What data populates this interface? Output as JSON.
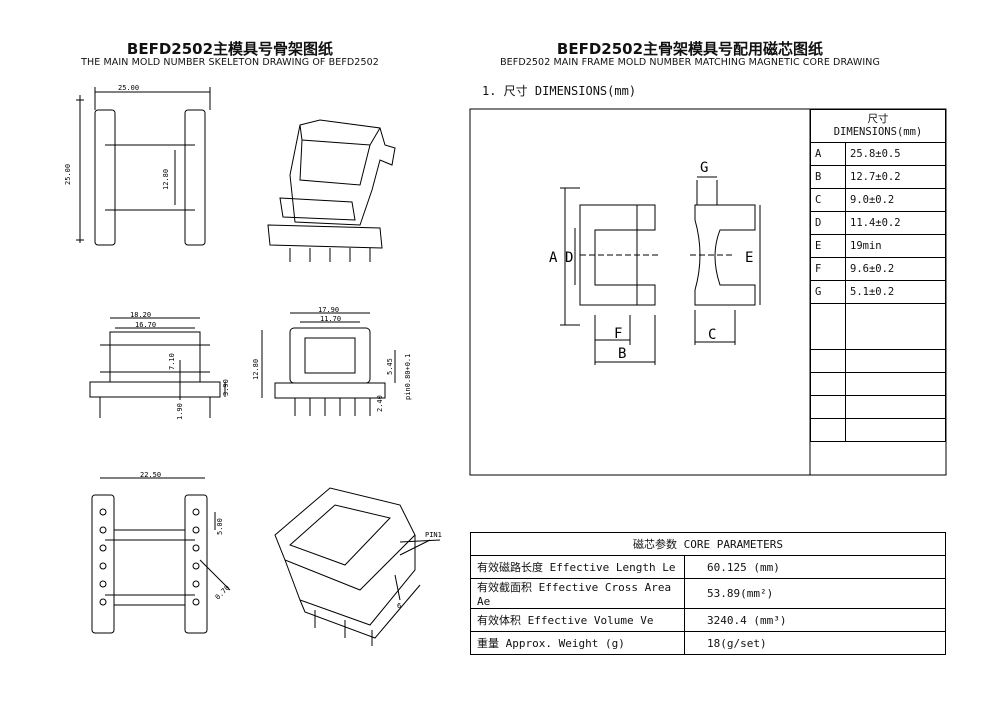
{
  "left": {
    "title_cn": "BEFD2502主模具号骨架图纸",
    "title_en": "THE MAIN MOLD NUMBER SKELETON DRAWING OF BEFD2502",
    "dims": {
      "top_width": "25.00",
      "top_height": "25.00",
      "top_inner": "12.80",
      "mid_w1": "18.20",
      "mid_w2": "16.70",
      "mid_h": "7.10",
      "mid_side": "3.90",
      "mid_bot": "1.90",
      "side_w1": "17.90",
      "side_w2": "11.70",
      "side_h": "12.80",
      "side_pin": "5.45",
      "side_pin_label": "pin0.80+0.1",
      "side_bot": "2.40",
      "bot_width": "22.50",
      "bot_pitch": "5.00",
      "bot_dia": "0.70",
      "pin_label": "PIN1",
      "pin6": "6"
    }
  },
  "right": {
    "title_cn": "BEFD2502主骨架模具号配用磁芯图纸",
    "title_en": "BEFD2502 MAIN FRAME MOLD NUMBER MATCHING MAGNETIC CORE DRAWING",
    "section": "1. 尺寸 DIMENSIONS(mm)",
    "drawing_labels": {
      "A": "A",
      "B": "B",
      "C": "C",
      "D": "D",
      "E": "E",
      "F": "F",
      "G": "G"
    },
    "dim_header_cn": "尺寸",
    "dim_header_en": "DIMENSIONS(mm)",
    "dimensions": [
      {
        "key": "A",
        "value": "25.8±0.5"
      },
      {
        "key": "B",
        "value": "12.7±0.2"
      },
      {
        "key": "C",
        "value": "9.0±0.2"
      },
      {
        "key": "D",
        "value": "11.4±0.2"
      },
      {
        "key": "E",
        "value": "19min"
      },
      {
        "key": "F",
        "value": "9.6±0.2"
      },
      {
        "key": "G",
        "value": "5.1±0.2"
      }
    ],
    "params_header": "磁芯参数   CORE PARAMETERS",
    "params": [
      {
        "label": "有效磁路长度 Effective Length  Le",
        "value": "60.125 (mm)"
      },
      {
        "label": "有效截面积 Effective Cross Area Ae",
        "value": "53.89(mm²)"
      },
      {
        "label": "有效体积 Effective Volume Ve",
        "value": "3240.4 (mm³)"
      },
      {
        "label": "重量 Approx. Weight (g)",
        "value": "18(g/set)"
      }
    ]
  }
}
